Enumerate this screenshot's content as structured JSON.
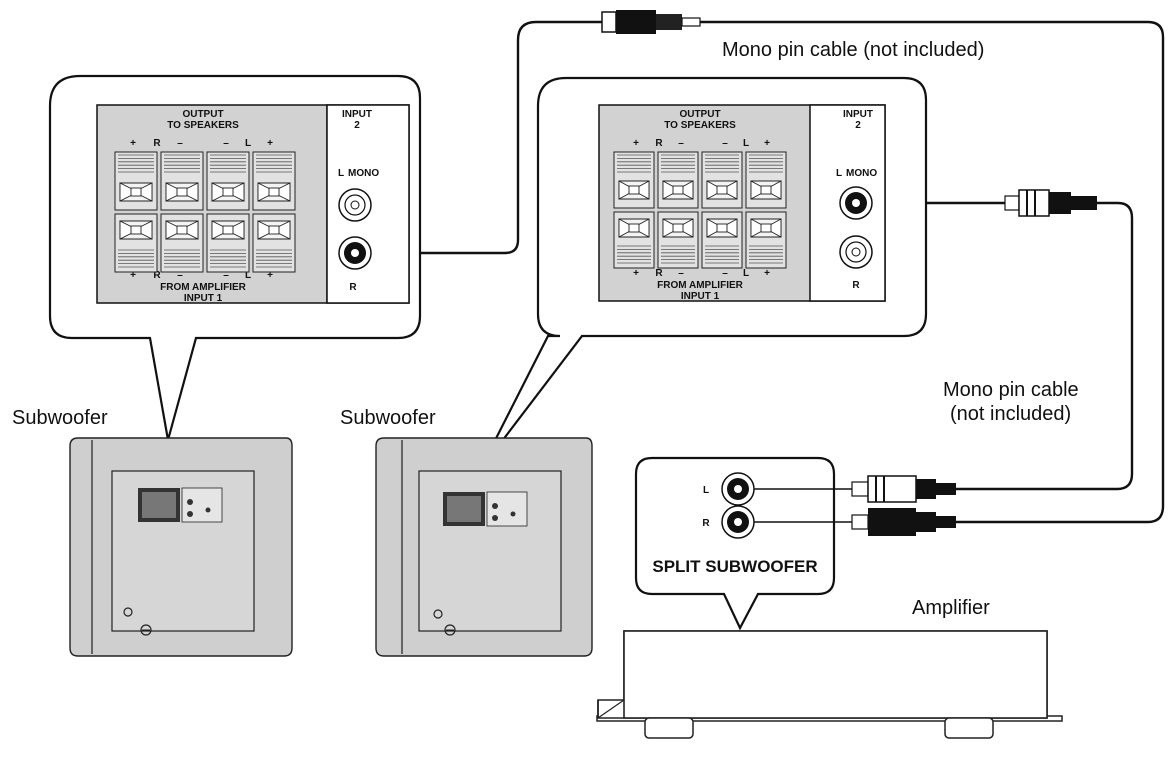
{
  "labels": {
    "cable_top": "Mono pin cable (not included)",
    "cable_right_line1": "Mono pin cable",
    "cable_right_line2": "(not included)",
    "subwoofer_left": "Subwoofer",
    "subwoofer_mid": "Subwoofer",
    "amplifier": "Amplifier",
    "split_subwoofer": "SPLIT SUBWOOFER"
  },
  "panel": {
    "output_line1": "OUTPUT",
    "output_line2": "TO SPEAKERS",
    "input2_line1": "INPUT",
    "input2_line2": "2",
    "mono": "MONO",
    "l": "L",
    "r": "R",
    "plus": "+",
    "minus": "–",
    "from_amp_line1": "FROM AMPLIFIER",
    "from_amp_line2": "INPUT 1"
  },
  "amp_jacks": {
    "l": "L",
    "r": "R"
  },
  "colors": {
    "ink": "#111111",
    "panel_gray": "#d2d2d2",
    "body_gray": "#cfcfcf"
  }
}
